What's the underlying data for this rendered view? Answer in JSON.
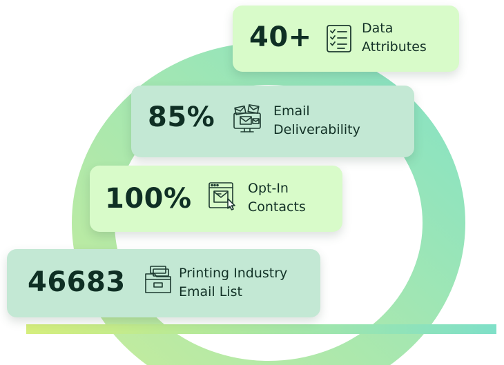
{
  "colors": {
    "ring_start": "#c6ec9c",
    "ring_end": "#86e2c4",
    "card_light": "#d8fbc9",
    "card_mint": "#c3e8d4",
    "baseline_start": "#d5ee7d",
    "baseline_end": "#7fe0c8",
    "text_dark": "#0f2f24",
    "icon_stroke": "#1d3a30"
  },
  "cards": [
    {
      "stat": "40+",
      "label_line1": "Data",
      "label_line2": "Attributes",
      "icon": "checklist-icon",
      "fill": "#d8fbc9"
    },
    {
      "stat": "85%",
      "label_line1": "Email",
      "label_line2": "Deliverability",
      "icon": "email-monitor-icon",
      "fill": "#c3e8d4"
    },
    {
      "stat": "100%",
      "label_line1": "Opt-In",
      "label_line2": "Contacts",
      "icon": "email-click-icon",
      "fill": "#d8fbc9"
    },
    {
      "stat": "46683",
      "label_line1": "Printing Industry",
      "label_line2": "Email List",
      "icon": "folder-stack-icon",
      "fill": "#c3e8d4"
    }
  ]
}
